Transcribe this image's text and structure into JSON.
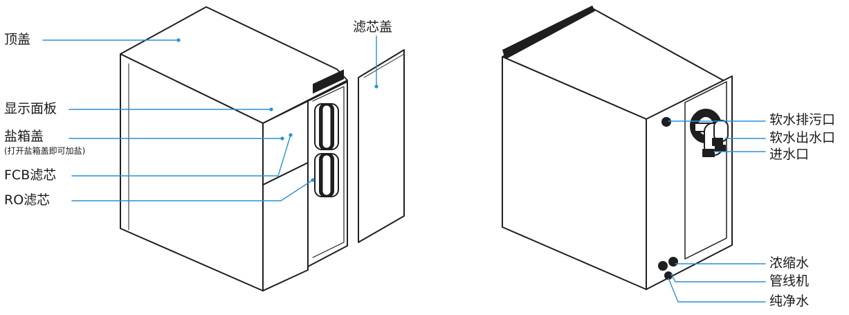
{
  "colors": {
    "outline": "#1e1e1e",
    "callout": "#2a8fd6",
    "dot": "#2a8fd6"
  },
  "front_view": {
    "labels": {
      "top_cover": "顶盖",
      "display_panel": "显示面板",
      "salt_box_cover": "盐箱盖",
      "salt_box_note": "(打开盐箱盖即可加盐)",
      "fcb_filter": "FCB滤芯",
      "ro_filter": "RO滤芯",
      "filter_cover": "滤芯盖"
    }
  },
  "rear_view": {
    "labels": {
      "soft_drain_port": "软水排污口",
      "soft_outlet_port": "软水出水口",
      "inlet_port": "进水口",
      "concentrate_water": "浓缩水",
      "pipeline_machine": "管线机",
      "pure_water": "纯净水"
    }
  }
}
